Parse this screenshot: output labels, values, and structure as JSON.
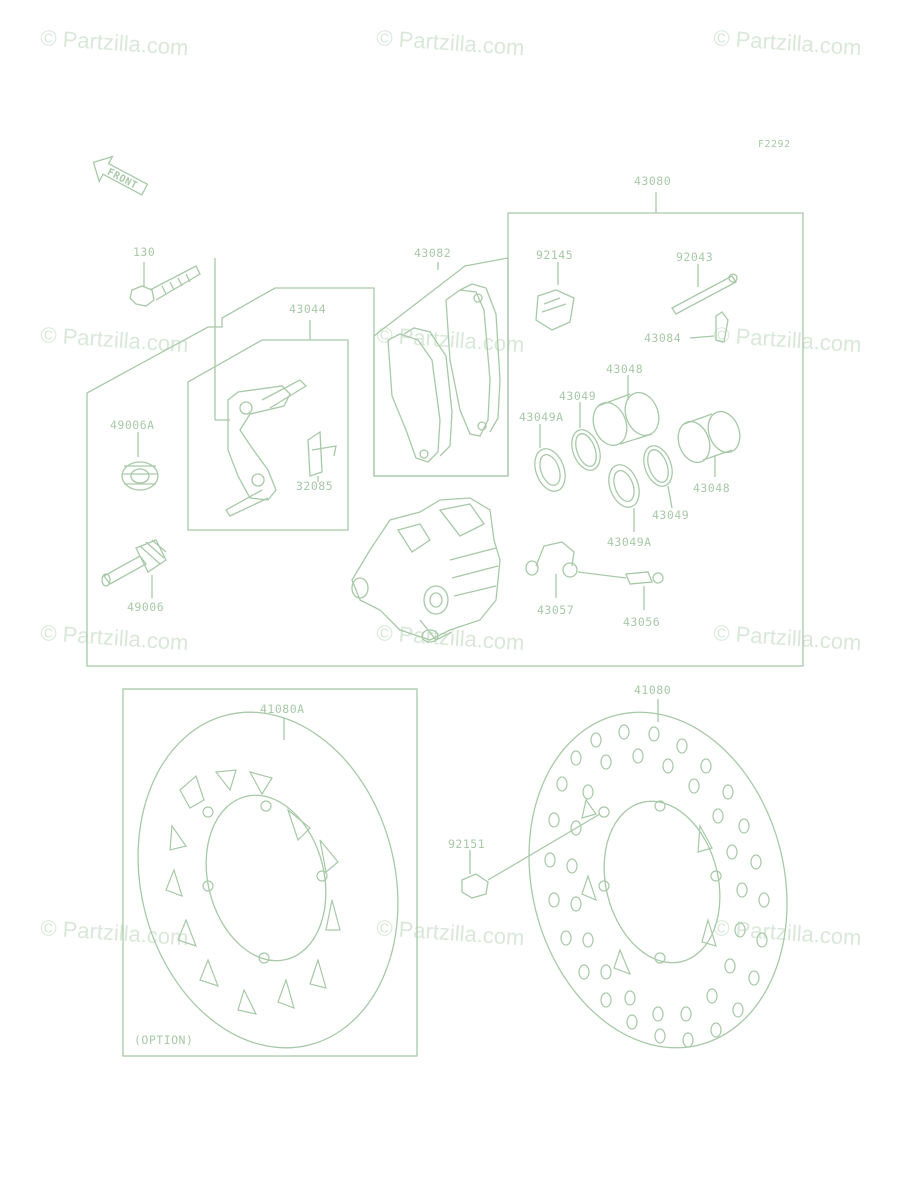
{
  "watermark": "© Partzilla.com",
  "figure_code": "F2292",
  "front_arrow": "FRONT",
  "option_text": "(OPTION)",
  "labels": {
    "p43080": "43080",
    "p130": "130",
    "p43082": "43082",
    "p92145": "92145",
    "p92043": "92043",
    "p43044": "43044",
    "p43084": "43084",
    "p43048_top": "43048",
    "p43049_top": "43049",
    "p43049A_top": "43049A",
    "p49006A": "49006A",
    "p32085": "32085",
    "p43048_bot": "43048",
    "p43049_bot": "43049",
    "p43049A_bot": "43049A",
    "p49006": "49006",
    "p43057": "43057",
    "p43056": "43056",
    "p41080A": "41080A",
    "p41080": "41080",
    "p92151": "92151"
  }
}
